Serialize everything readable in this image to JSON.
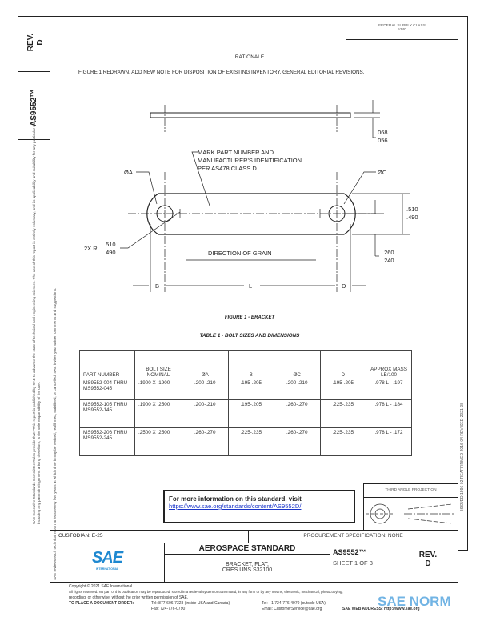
{
  "side_left": {
    "rev_label": "REV.",
    "rev_value": "D",
    "doc_number": "AS9552™",
    "disclaimer_1": "SAE Executive Standards Committee Rules provide that: \"This report is published by SAE to advance the state of technical and engineering sciences. The use of this report is entirely voluntary, and its applicability and suitability for any particular use, including any patent infringement arising therefrom, is the sole responsibility of the user.\"",
    "disclaimer_2": "SAE reviews each technical report at least every five years at which time it may be revised, reaffirmed, stabilized, or cancelled. SAE invites your written comments and suggestions."
  },
  "side_right": {
    "history": "ISSUED 1996-02    REAFFIRMED 2016-04    REVISED 2021-08"
  },
  "header": {
    "supply_class_label": "FEDERAL SUPPLY CLASS",
    "supply_class_value": "5340",
    "rationale_title": "RATIONALE",
    "rationale_text": "FIGURE 1 REDRAWN, ADD NEW NOTE FOR DISPOSITION OF EXISTING INVENTORY. GENERAL EDITORIAL REVISIONS."
  },
  "figure": {
    "caption": "FIGURE 1 - BRACKET",
    "thickness_max": ".068",
    "thickness_min": ".056",
    "note_line1": "MARK PART NUMBER AND",
    "note_line2": "MANUFACTURER'S IDENTIFICATION",
    "note_line3": "PER AS478 CLASS D",
    "hole_a": "ØA",
    "hole_c": "ØC",
    "width_max": ".510",
    "width_min": ".490",
    "radius_label": "2X R",
    "radius_max": ".510",
    "radius_min": ".490",
    "offset_max": ".260",
    "offset_min": ".240",
    "grain": "DIRECTION OF GRAIN",
    "dim_b": "B",
    "dim_l": "L",
    "dim_d": "D"
  },
  "table": {
    "title": "TABLE 1 - BOLT SIZES AND DIMENSIONS",
    "headers": [
      "PART NUMBER",
      "BOLT SIZE NOMINAL",
      "ØA",
      "B",
      "ØC",
      "D",
      "APPROX MASS LB/100"
    ],
    "rows": [
      [
        "MS9552-004 THRU MS9552-045",
        ".1900 X .1900",
        ".200-.210",
        ".195-.205",
        ".200-.210",
        ".195-.205",
        ".978 L - .197"
      ],
      [
        "MS9552-105 THRU MS9552-145",
        ".1900 X .2500",
        ".200-.210",
        ".195-.205",
        ".260-.270",
        ".225-.235",
        ".978 L - .184"
      ],
      [
        "MS9552-206 THRU MS9552-245",
        ".2500 X .2500",
        ".260-.270",
        ".225-.235",
        ".260-.270",
        ".225-.235",
        ".978 L - .172"
      ]
    ]
  },
  "info": {
    "text": "For more information on this standard, visit",
    "link": "https://www.sae.org/standards/content/AS9552D/"
  },
  "projection": {
    "label": "THIRD ANGLE PROJECTION"
  },
  "title_block": {
    "custodian": "CUSTODIAN: E-25",
    "procurement": "PROCUREMENT SPECIFICATION: NONE",
    "logo_text": "SAE",
    "logo_sub": "INTERNATIONAL",
    "standard_type": "AEROSPACE STANDARD",
    "title_line1": "BRACKET, FLAT,",
    "title_line2": "CRES UNS S32100",
    "doc_number": "AS9552™",
    "sheet": "SHEET 1 OF 3",
    "rev_label": "REV.",
    "rev_value": "D"
  },
  "footer": {
    "copyright": "Copyright © 2021 SAE International",
    "rights": "All rights reserved. No part of this publication may be reproduced, stored in a retrieval system or transmitted, in any form or by any means, electronic, mechanical, photocopying,",
    "rights2": "recording, or otherwise, without the prior written permission of SAE.",
    "order": "TO PLACE A DOCUMENT ORDER:",
    "tel1": "Tel: 877-606-7323 (inside USA and Canada)",
    "fax": "Fax: 724-776-0790",
    "tel2": "Tel: +1 724-776-4970 (outside USA)",
    "email": "Email: CustomerService@sae.org",
    "web": "SAE WEB ADDRESS: http://www.sae.org",
    "watermark": "SAE NORM"
  },
  "colors": {
    "link": "#1a35c8",
    "sae_blue": "#1e88d0",
    "watermark": "#5aa8e0"
  }
}
